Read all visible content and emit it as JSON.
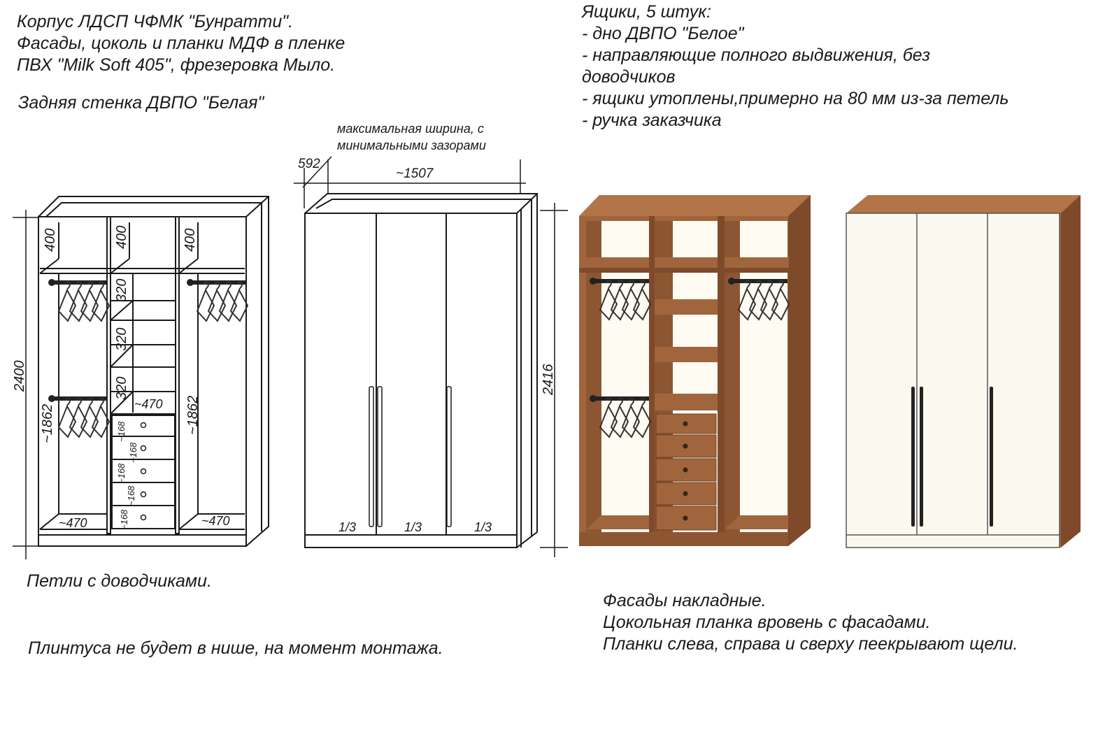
{
  "notes": {
    "top_left": [
      "Корпус ЛДСП ЧФМК \"Бунратти\".",
      "Фасады, цоколь и планки МДФ в пленке",
      "ПВХ \"Milk Soft 405\", фрезеровка Мыло."
    ],
    "back_wall": "Задняя стенка ДВПО \"Белая\"",
    "drawers": [
      "Ящики, 5 штук:",
      "- дно ДВПО \"Белое\"",
      "- направляющие полного выдвижения, без",
      "доводчиков",
      "- ящики утоплены,примерно на 80 мм из-за петель",
      "- ручка  заказчика"
    ],
    "hinges": "Петли с доводчиками.",
    "plinth": "Плинтуса  не будет в нише, на момент монтажа.",
    "facades": [
      "Фасады накладные.",
      "Цокольная планка вровень с фасадами.",
      "Планки слева, справа и сверху пеекрывают щели."
    ]
  },
  "dimensions": {
    "height_left": "2400",
    "height_right": "2416",
    "depth": "592",
    "width": "~1507",
    "width_note": [
      "максимальная ширина, с",
      "минимальными зазорами"
    ],
    "top_shelf": [
      "400",
      "400",
      "400"
    ],
    "mid_shelf": [
      "320",
      "320",
      "320"
    ],
    "hanging": [
      "~1862",
      "~1862"
    ],
    "bottom_width": [
      "~470",
      "~470",
      "~470"
    ],
    "drawer_height": [
      "~168",
      "~168",
      "~168",
      "~168",
      "~168"
    ],
    "door_share": [
      "1/3",
      "1/3",
      "1/3"
    ]
  },
  "colors": {
    "line": "#1a1a1a",
    "wood": "#a0653d",
    "wood_dark": "#7e4a2a",
    "interior": "#fdfbf2",
    "facade": "#fbf9ef",
    "handle": "#222222"
  }
}
